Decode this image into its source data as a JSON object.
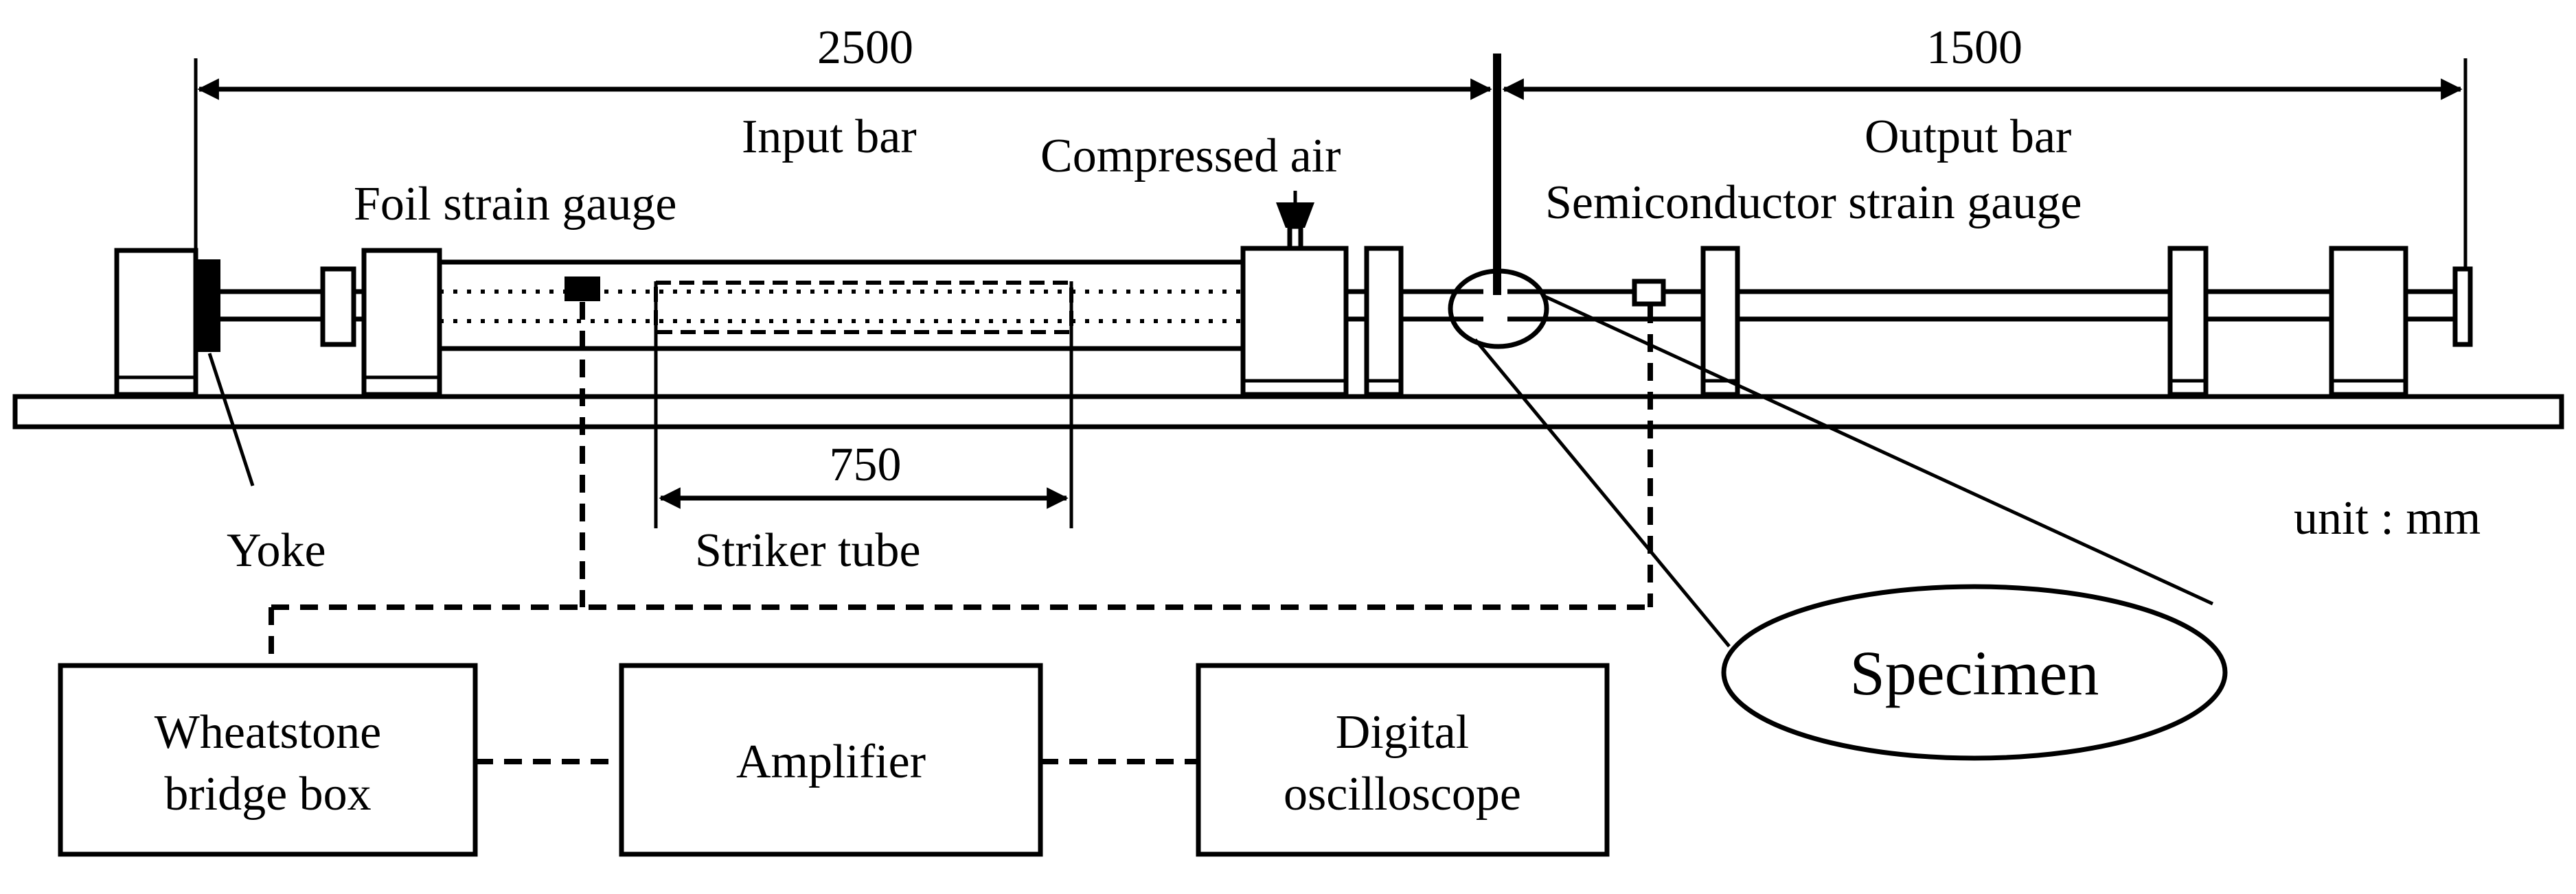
{
  "dimensions": {
    "input_length": "2500",
    "output_length": "1500",
    "striker_length": "750",
    "unit_note": "unit : mm"
  },
  "labels": {
    "input_bar": "Input bar",
    "output_bar": "Output bar",
    "compressed_air": "Compressed air",
    "foil_strain_gauge": "Foil strain gauge",
    "semiconductor_strain_gauge": "Semiconductor strain gauge",
    "yoke": "Yoke",
    "striker_tube": "Striker tube",
    "specimen": "Specimen"
  },
  "instruments": {
    "bridge_line1": "Wheatstone",
    "bridge_line2": "bridge box",
    "amplifier": "Amplifier",
    "scope_line1": "Digital",
    "scope_line2": "oscilloscope"
  }
}
